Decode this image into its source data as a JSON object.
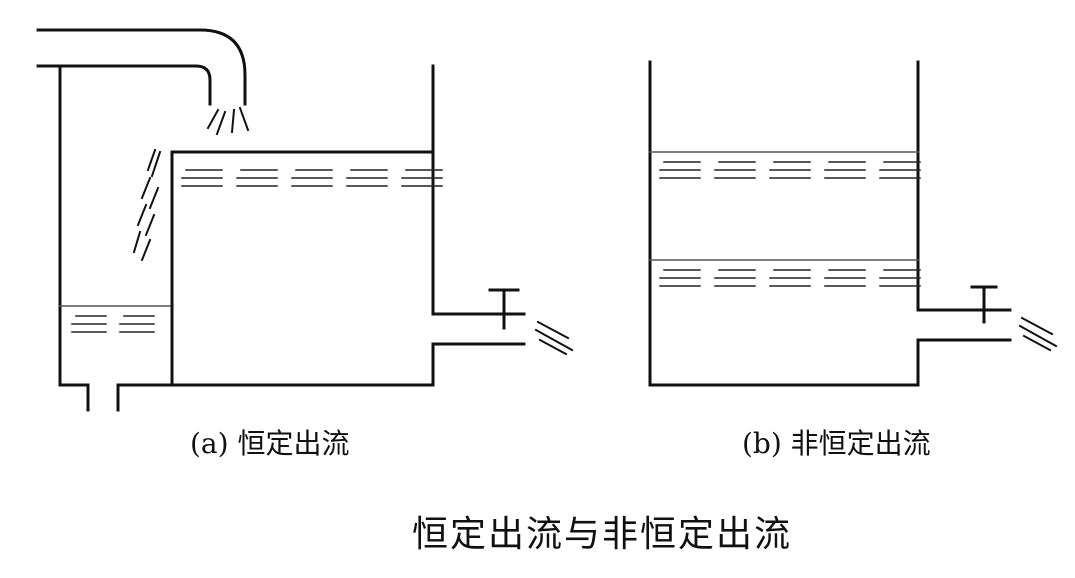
{
  "figure": {
    "caption_a": "(a) 恒定出流",
    "caption_b": "(b) 非恒定出流",
    "title": "恒定出流与非恒定出流"
  },
  "colors": {
    "ink": "#111111",
    "water_line": "#555555",
    "background": "#ffffff"
  }
}
